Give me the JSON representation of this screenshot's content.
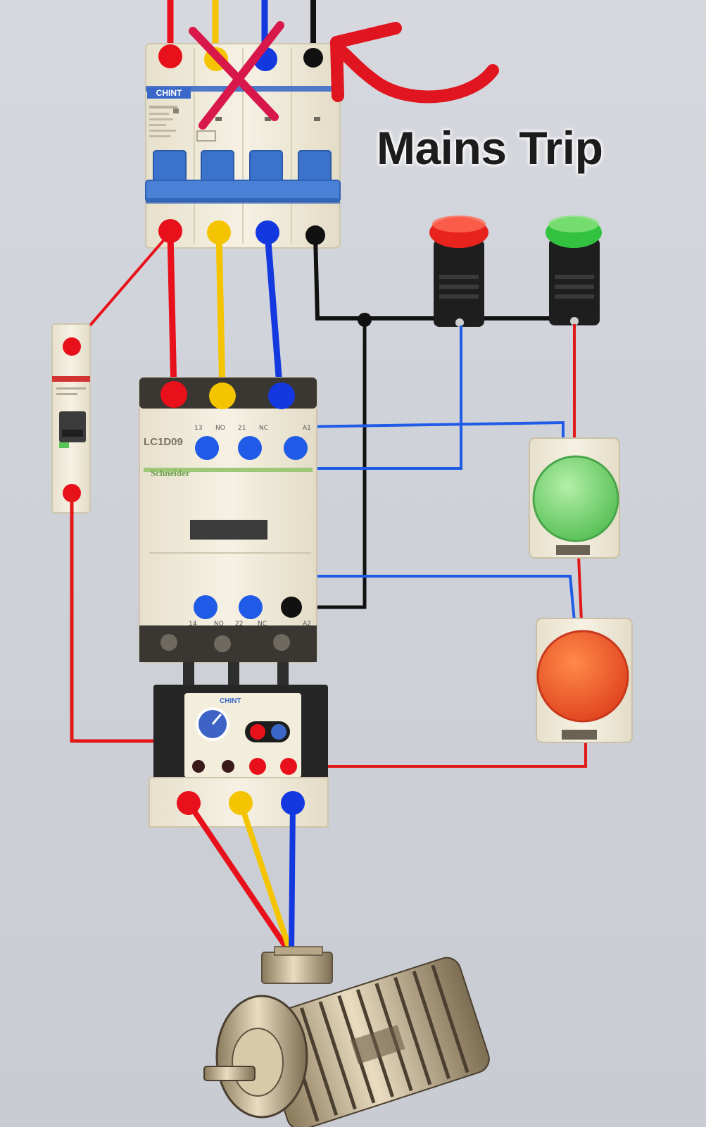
{
  "caption": "Mains Trip",
  "breaker_brand": "CHINT",
  "contactor_model": "LC1D09",
  "contactor_brand": "Schneider",
  "overload_brand": "CHINT",
  "contact_labels": {
    "top": [
      "13",
      "NO",
      "21",
      "NC",
      "A1"
    ],
    "bottom": [
      "14",
      "NO",
      "22",
      "NC",
      "A2"
    ]
  },
  "colors": {
    "phase_l1": "#e8101a",
    "phase_l2": "#f5c400",
    "phase_l3": "#1438e0",
    "neutral": "#111111",
    "control_red": "#e01818",
    "control_blue": "#1f5be6",
    "arrow": "#e0151f",
    "cross": "#d8174a",
    "device_body": "#f2ecdc",
    "start_button": "#7ed77a",
    "stop_button": "#f0582a",
    "lamp_red": "#e8231e",
    "lamp_green": "#33c240"
  }
}
